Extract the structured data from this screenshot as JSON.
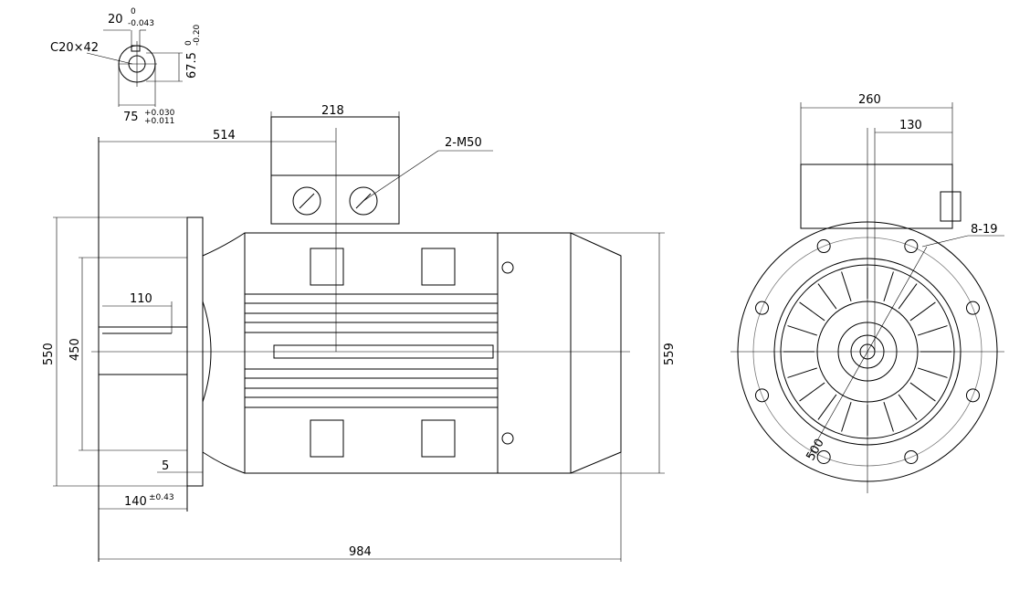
{
  "shaft_section": {
    "key_width": "20",
    "key_width_tol_upper": "0",
    "key_width_tol_lower": "-0.043",
    "key_label": "C20×42",
    "key_depth": "67.5",
    "key_depth_tol_upper": "0",
    "key_depth_tol_lower": "-0.20",
    "diameter": "75",
    "diameter_tol_upper": "+0.030",
    "diameter_tol_lower": "+0.011"
  },
  "side_view": {
    "terminal_box_width": "218",
    "box_offset": "514",
    "cable_entries": "2-M50",
    "flange_diameter": "550",
    "spigot_diameter": "450",
    "shaft_length": "110",
    "spigot_depth": "5",
    "shaft_to_flange": "140",
    "shaft_to_flange_tol": "±0.43",
    "overall_length": "984",
    "body_height": "559"
  },
  "end_view": {
    "box_width": "260",
    "box_half": "130",
    "holes": "8-19",
    "pcd": "500"
  }
}
